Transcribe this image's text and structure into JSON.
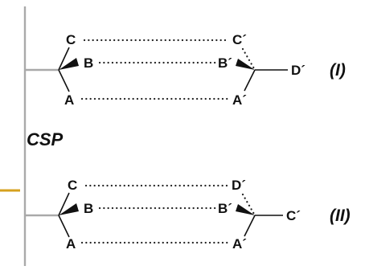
{
  "csp_label": "CSP",
  "colors": {
    "support_line": "#a9a9a9",
    "accent_bar": "#d6a11e",
    "ink": "#111111"
  },
  "case1": {
    "label": "(I)",
    "left": {
      "top": "C",
      "middle": "B",
      "bottom": "A"
    },
    "right": {
      "top": "C´",
      "middle": "B´",
      "bottom": "A´",
      "substituent": "D´"
    }
  },
  "case2": {
    "label": "(II)",
    "left": {
      "top": "C",
      "middle": "B",
      "bottom": "A"
    },
    "right": {
      "top": "D´",
      "middle": "B´",
      "bottom": "A´",
      "substituent": "C´"
    }
  }
}
